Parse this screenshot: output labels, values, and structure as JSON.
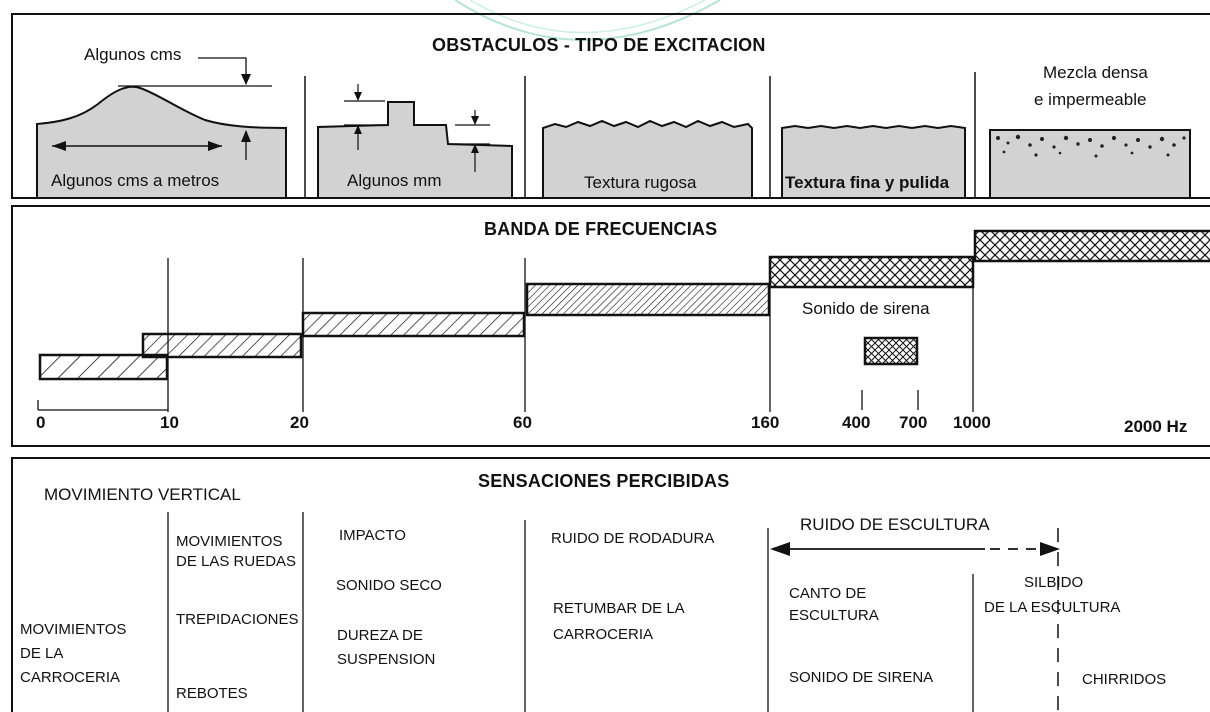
{
  "obstacles": {
    "title": "OBSTACULOS - TIPO DE EXCITACION",
    "note_top": "Algunos cms",
    "columns": [
      {
        "caption": "Algunos cms  a metros"
      },
      {
        "caption": "Algunos mm"
      },
      {
        "caption": "Textura rugosa"
      },
      {
        "caption": "Textura fina y pulida"
      },
      {
        "caption": "",
        "top_line1": "Mezcla densa",
        "top_line2": "e impermeable"
      }
    ]
  },
  "frequency_band": {
    "title": "BANDA DE FRECUENCIAS",
    "siren_label": "Sonido de sirena",
    "ticks": [
      "0",
      "10",
      "20",
      "60",
      "160",
      "400",
      "700",
      "1000",
      "2000 Hz"
    ]
  },
  "sensations": {
    "title": "SENSACIONES PERCIBIDAS",
    "vertical_movement": "MOVIMIENTO VERTICAL",
    "body_movements": [
      "MOVIMIENTOS",
      "DE LA",
      "CARROCERIA"
    ],
    "wheel_movements": [
      "MOVIMIENTOS",
      "DE LAS RUEDAS"
    ],
    "vibrations": "TREPIDACIONES",
    "bounces": "REBOTES",
    "impact": "IMPACTO",
    "dry_sound": "SONIDO SECO",
    "suspension_hardness": [
      "DUREZA DE",
      "SUSPENSION"
    ],
    "rolling_noise": "RUIDO DE RODADURA",
    "body_boom": [
      "RETUMBAR DE LA",
      "CARROCERIA"
    ],
    "tread_noise": "RUIDO DE ESCULTURA",
    "tread_song": [
      "CANTO DE",
      "ESCULTURA"
    ],
    "siren_sound": "SONIDO DE SIRENA",
    "tread_whistle": [
      "SILBIDO",
      "DE LA ESCULTURA"
    ],
    "squeals": "CHIRRIDOS"
  }
}
